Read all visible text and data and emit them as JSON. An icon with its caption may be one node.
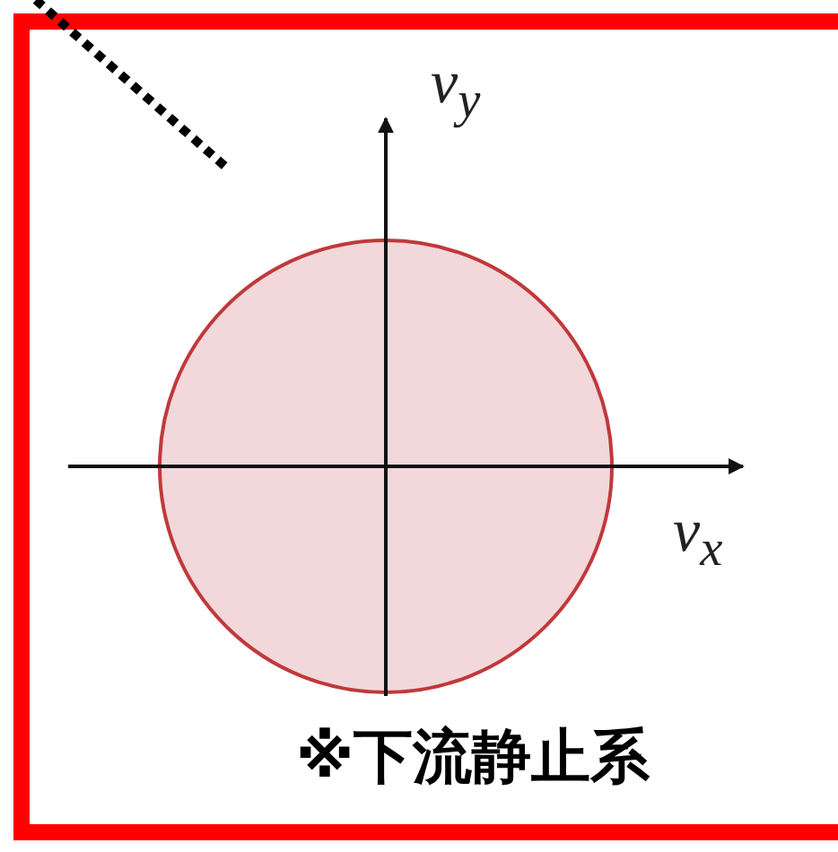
{
  "diagram": {
    "labels": [
      "v$_{y}$",
      "v$_{x}$",
      "※下流静止系"
    ]
  }
}
